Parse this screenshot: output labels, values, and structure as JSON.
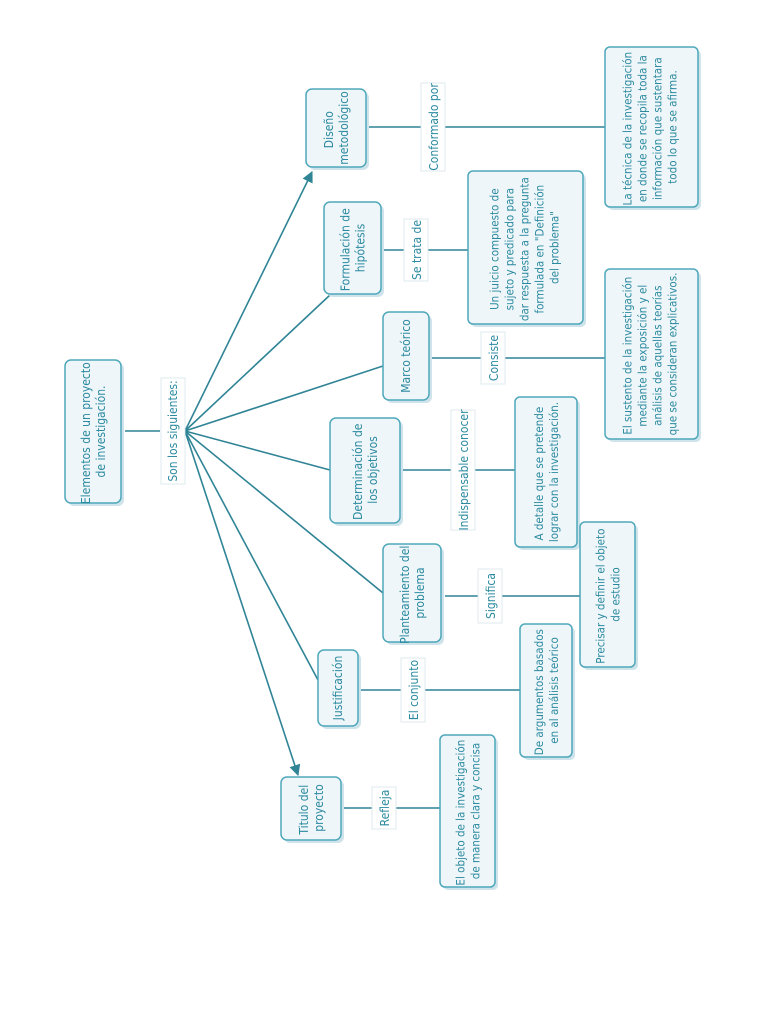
{
  "root": {
    "lines": [
      "Elementos de un proyecto",
      "de investigación."
    ]
  },
  "connector": "Son los siguientes:",
  "branches": [
    {
      "name": "diseno",
      "node": [
        "Diseño",
        "metodológico"
      ],
      "link": "Conformado por",
      "desc": [
        "La técnica de la investigación",
        "en donde se recopila toda la",
        "información que sustentara",
        "todo lo que se afirma."
      ]
    },
    {
      "name": "hipotesis",
      "node": [
        "Formulación de",
        "hipótesis"
      ],
      "link": "Se trata de",
      "desc": [
        "Un juicio compuesto de",
        "sujeto y predicado para",
        "dar respuesta a la pregunta",
        "formulada en \"Definición",
        "del problema\""
      ]
    },
    {
      "name": "marco",
      "node": [
        "Marco teórico"
      ],
      "link": "Consiste",
      "desc": [
        "El sustento de la investigación",
        "mediante la exposición y el",
        "análisis de aquellas teorías",
        "que se consideran explicativos."
      ]
    },
    {
      "name": "objetivos",
      "node": [
        "Determinación de",
        "los objetivos"
      ],
      "link": "Indispensable conocer",
      "desc": [
        "A detalle que se pretende",
        "lograr con la investigación."
      ]
    },
    {
      "name": "planteamiento",
      "node": [
        "Planteamiento del",
        "problema"
      ],
      "link": "Significa",
      "desc": [
        "Precisar y definir el objeto",
        "de estudio"
      ]
    },
    {
      "name": "justificacion",
      "node": [
        "Justificación"
      ],
      "link": "El conjunto",
      "desc": [
        "De argumentos basados",
        "en al análisis teórico"
      ]
    },
    {
      "name": "titulo",
      "node": [
        "Titulo del",
        "proyecto"
      ],
      "link": "Refleja",
      "desc": [
        "El objeto de la investigación",
        "de manera clara y concisa"
      ]
    }
  ]
}
